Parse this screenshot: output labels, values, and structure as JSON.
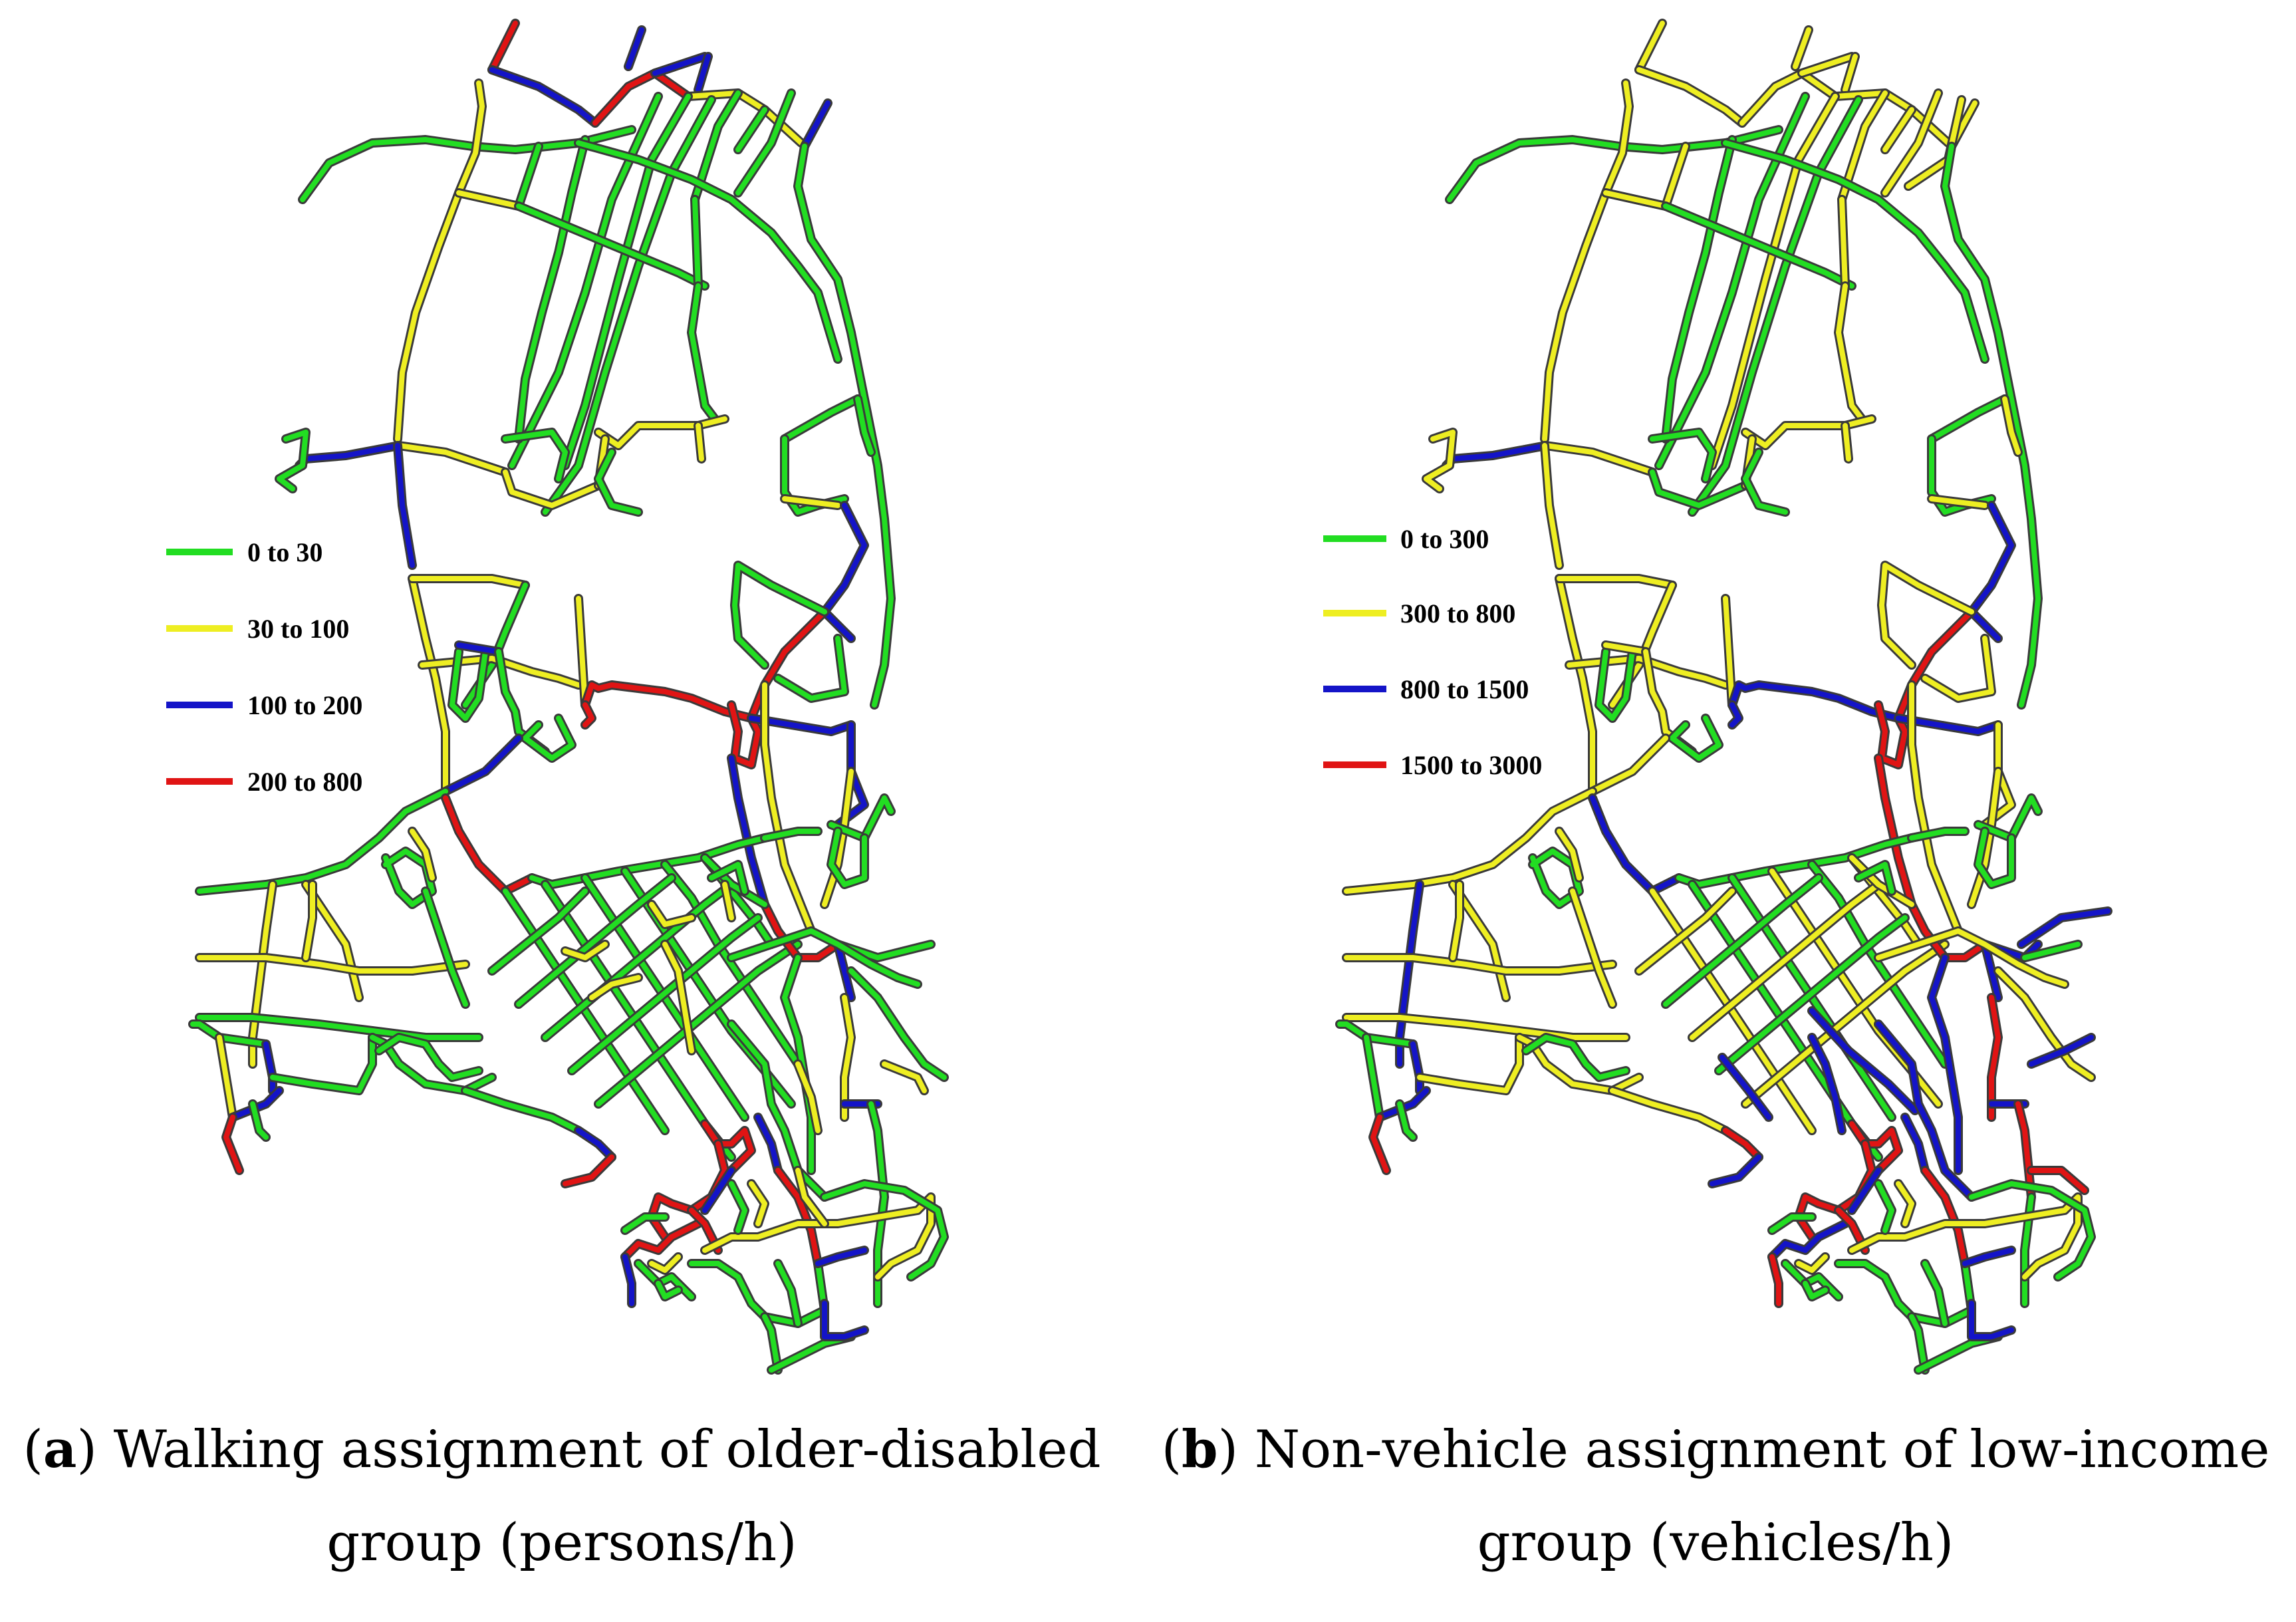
{
  "colors": {
    "green": "#22dd22",
    "yellow": "#eeee22",
    "blue": "#1414c8",
    "red": "#e01414"
  },
  "panels": [
    {
      "id": "a",
      "legend": [
        {
          "label": "0 to 30",
          "color": "green"
        },
        {
          "label": "30 to 100",
          "color": "yellow"
        },
        {
          "label": "100 to 200",
          "color": "blue"
        },
        {
          "label": "200 to 800",
          "color": "red"
        }
      ],
      "caption": {
        "letter": "a",
        "line1": "Walking assignment of older-disabled",
        "line2": "group (persons/h)"
      }
    },
    {
      "id": "b",
      "legend": [
        {
          "label": "0 to 300",
          "color": "green"
        },
        {
          "label": "300 to 800",
          "color": "yellow"
        },
        {
          "label": "800 to 1500",
          "color": "blue"
        },
        {
          "label": "1500 to 3000",
          "color": "red"
        }
      ],
      "caption": {
        "letter": "b",
        "line1": "Non-vehicle assignment of low-income",
        "line2": "group (vehicles/h)"
      }
    }
  ]
}
